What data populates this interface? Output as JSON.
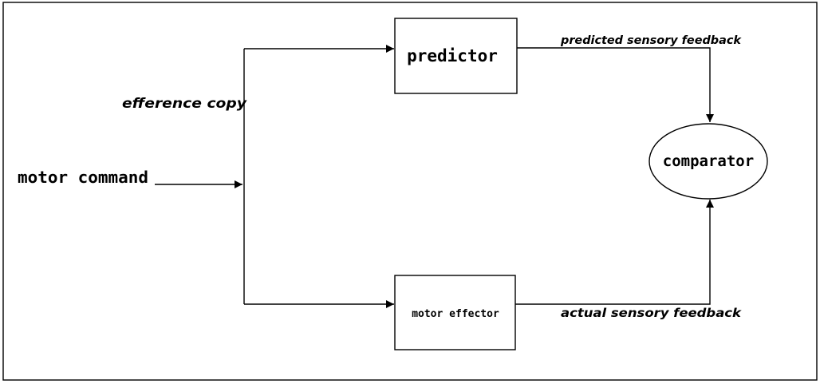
{
  "diagram": {
    "input_label": "motor command",
    "branch_label": "efference copy",
    "predictor_label": "predictor",
    "effector_label": "motor effector",
    "comparator_label": "comparator",
    "predicted_feedback_label": "predicted sensory feedback",
    "actual_feedback_label": "actual sensory feedback"
  }
}
